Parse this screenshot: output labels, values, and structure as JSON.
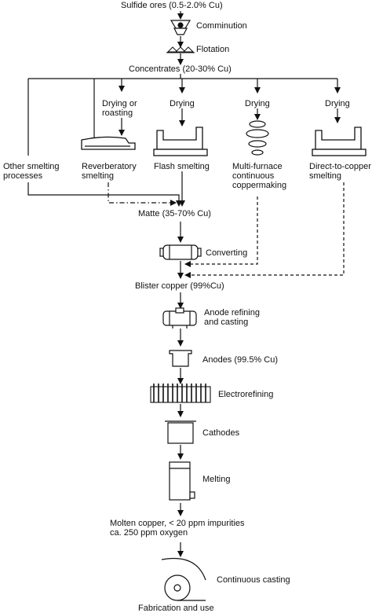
{
  "top": {
    "sulfide_ores": "Sulfide ores (0.5-2.0% Cu)",
    "comminution": "Comminution",
    "flotation": "Flotation",
    "concentrates": "Concentrates (20-30% Cu)"
  },
  "branches": {
    "drying_or_roasting": "Drying or\nroasting",
    "drying_flash": "Drying",
    "drying_multi": "Drying",
    "drying_direct": "Drying",
    "other_smelting": "Other smelting\nprocesses",
    "reverberatory": "Reverberatory\nsmelting",
    "flash_smelting": "Flash smelting",
    "multi_furnace": "Multi-furnace\ncontinuous\ncoppermaking",
    "direct_to_copper": "Direct-to-copper\nsmelting"
  },
  "lower": {
    "matte": "Matte (35-70% Cu)",
    "converting": "Converting",
    "blister": "Blister copper (99%Cu)",
    "anode_refining": "Anode refining\nand casting",
    "anodes": "Anodes (99.5% Cu)",
    "electrorefining": "Electrorefining",
    "cathodes": "Cathodes",
    "melting": "Melting",
    "molten_copper": "Molten copper, < 20 ppm impurities\nca. 250 ppm oxygen",
    "continuous_casting": "Continuous casting",
    "fabrication": "Fabrication and use"
  }
}
